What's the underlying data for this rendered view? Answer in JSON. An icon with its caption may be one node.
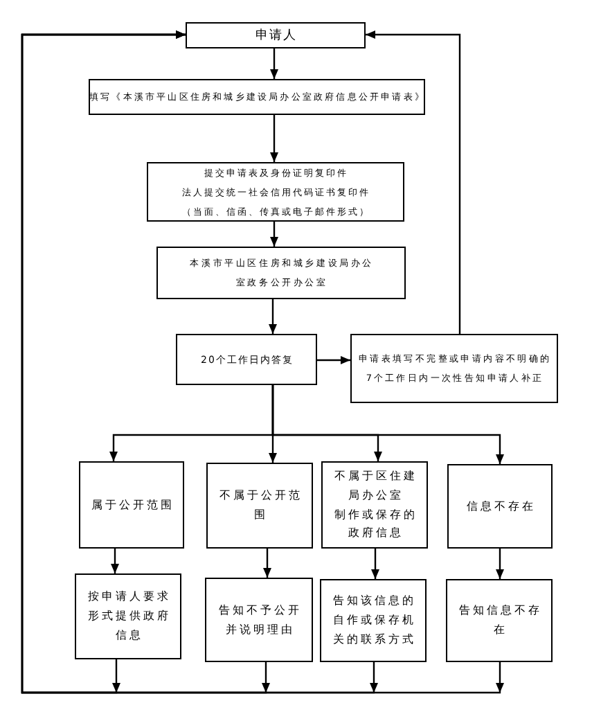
{
  "diagram": {
    "nodes": [
      {
        "text": [
          "申请人"
        ]
      },
      {
        "text": [
          "填写《本溪市平山区住房和城乡建设局办公室政府信息公开申请表》"
        ]
      },
      {
        "text": [
          "提交申请表及身份证明复印件",
          "法人提交统一社会信用代码证书复印件",
          "（当面、信函、传真或电子邮件形式）"
        ]
      },
      {
        "text": [
          "本溪市平山区住房和城乡建设局办公室政务公开办公室"
        ]
      },
      {
        "text": [
          "20个工作日内答复"
        ]
      },
      {
        "text": [
          "申请表填写不完整或申请内容不明确的7个工作日内一次性告知申请人补正"
        ]
      },
      {
        "text": [
          "属于公开范围"
        ]
      },
      {
        "text": [
          "不属于公开范围"
        ]
      },
      {
        "text": [
          "不属于区住建局办公室",
          "制作或保存的政府信息"
        ]
      },
      {
        "text": [
          "信息不存在"
        ]
      },
      {
        "text": [
          "按申请人要求形式提供政府信息"
        ]
      },
      {
        "text": [
          "告知不予公开并说明理由"
        ]
      },
      {
        "text": [
          "告知该信息的自作或保存机关的联系方式"
        ]
      },
      {
        "text": [
          "告知信息不存在"
        ]
      }
    ],
    "edges": [
      {
        "from": 0,
        "to": 1,
        "arrow": "to"
      },
      {
        "from": 1,
        "to": 2,
        "arrow": "to"
      },
      {
        "from": 2,
        "to": 3,
        "arrow": "to"
      },
      {
        "from": 3,
        "to": 4,
        "arrow": "to"
      },
      {
        "from": 4,
        "to": 5,
        "arrow": "to"
      },
      {
        "from": 5,
        "to": 0,
        "arrow": "to"
      },
      {
        "from": 4,
        "to": 6,
        "arrow": "to"
      },
      {
        "from": 4,
        "to": 7,
        "arrow": "to"
      },
      {
        "from": 4,
        "to": 8,
        "arrow": "to"
      },
      {
        "from": 4,
        "to": 9,
        "arrow": "to"
      },
      {
        "from": 6,
        "to": 10,
        "arrow": "to"
      },
      {
        "from": 7,
        "to": 11,
        "arrow": "to"
      },
      {
        "from": 8,
        "to": 12,
        "arrow": "to"
      },
      {
        "from": 9,
        "to": 13,
        "arrow": "to"
      },
      {
        "from": 10,
        "to": 0,
        "arrow": "to"
      },
      {
        "from": 11,
        "to": 0,
        "arrow": "to"
      },
      {
        "from": 12,
        "to": 0,
        "arrow": "to"
      },
      {
        "from": 13,
        "to": 0,
        "arrow": "to"
      }
    ]
  }
}
